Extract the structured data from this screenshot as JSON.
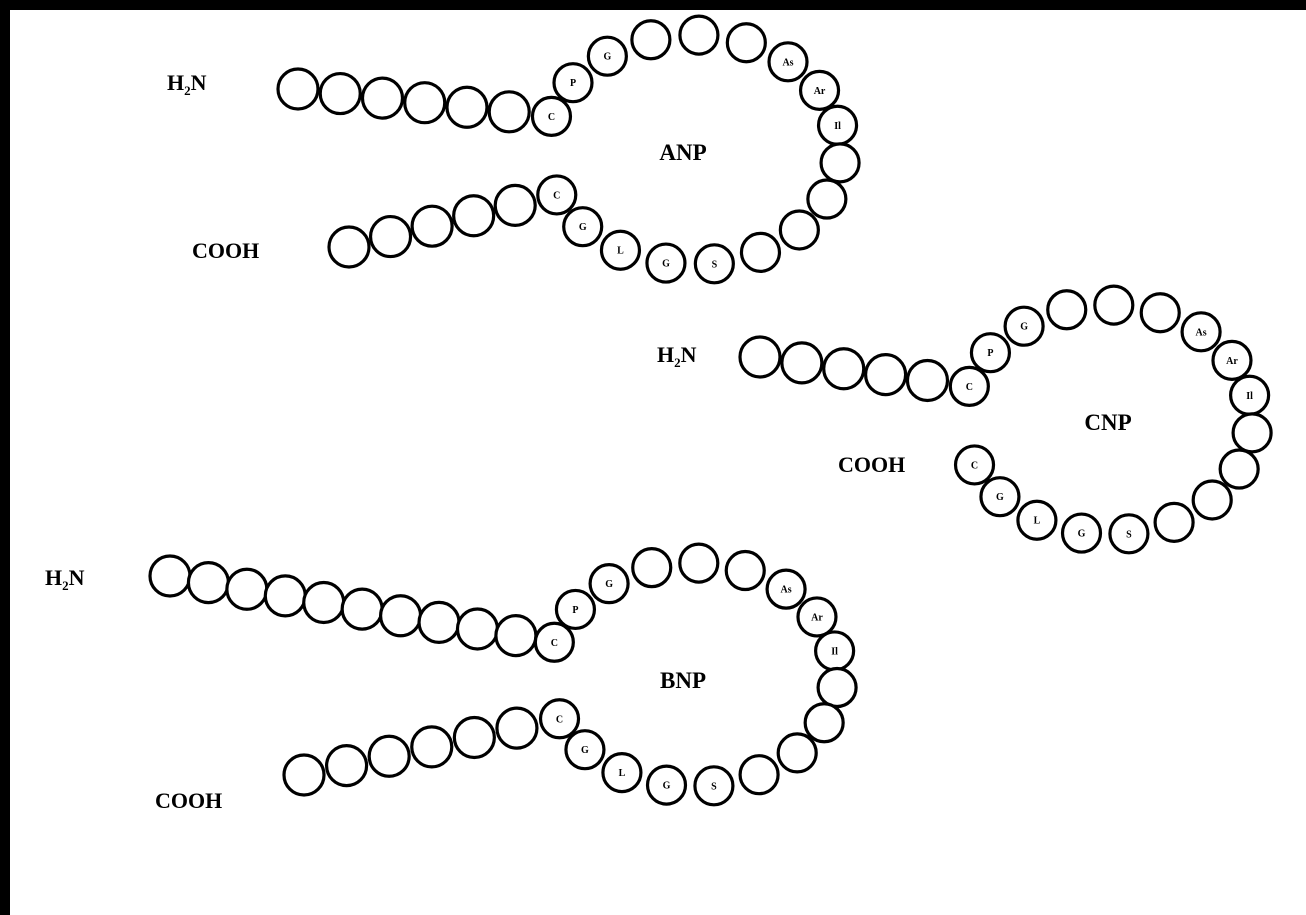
{
  "figure": {
    "peptides": [
      {
        "name": "ANP",
        "n_terminus": "H2N",
        "c_terminus": "COOH",
        "ring_labels": [
          "C",
          "P",
          "G",
          "",
          "",
          "",
          "As",
          "Ar",
          "Il",
          "",
          "",
          "",
          "",
          "S",
          "G",
          "L",
          "G",
          "C"
        ],
        "n_tail_beads": 6,
        "c_tail_beads": 5
      },
      {
        "name": "CNP",
        "n_terminus": "H2N",
        "c_terminus": "COOH",
        "ring_labels": [
          "C",
          "P",
          "G",
          "",
          "",
          "",
          "As",
          "Ar",
          "Il",
          "",
          "",
          "",
          "",
          "S",
          "G",
          "L",
          "G",
          "C"
        ],
        "n_tail_beads": 5,
        "c_tail_beads": 0
      },
      {
        "name": "BNP",
        "n_terminus": "H2N",
        "c_terminus": "COOH",
        "ring_labels": [
          "C",
          "P",
          "G",
          "",
          "",
          "",
          "As",
          "Ar",
          "Il",
          "",
          "",
          "",
          "",
          "S",
          "G",
          "L",
          "G",
          "C"
        ],
        "n_tail_beads": 10,
        "c_tail_beads": 6
      }
    ]
  }
}
